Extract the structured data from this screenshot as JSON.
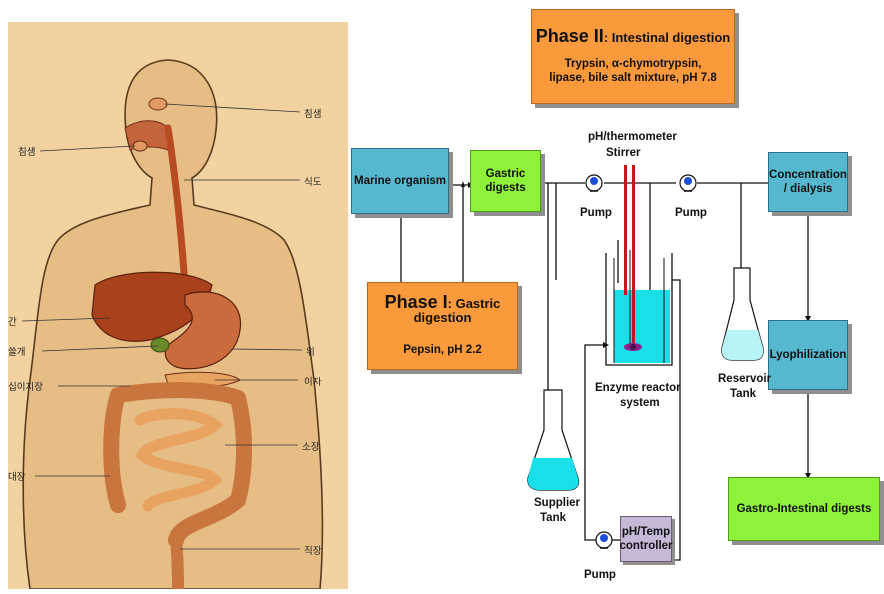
{
  "anatomy": {
    "labels": {
      "salivary_right": "침샘",
      "salivary_left": "침샘",
      "esophagus": "식도",
      "liver": "간",
      "gallbladder": "쓸개",
      "duodenum": "십이지장",
      "stomach": "위",
      "pancreas": "이자",
      "small_intestine": "소장",
      "large_intestine": "대장",
      "rectum": "직장"
    }
  },
  "process": {
    "phase2": {
      "title_big": "Phase II",
      "title_rest": ": Intestinal digestion",
      "line1": "Trypsin, α-chymotrypsin,",
      "line2": "lipase, bile salt mixture, pH 7.8"
    },
    "phase1": {
      "title_big": "Phase I",
      "title_rest": ": Gastric digestion",
      "detail": "Pepsin, pH 2.2"
    },
    "boxes": {
      "marine": "Marine organism",
      "gastric_line1": "Gastric",
      "gastric_line2": "digests",
      "concentration_line1": "Concentration",
      "concentration_line2": "/ dialysis",
      "lyophilization": "Lyophilization",
      "gi_digests": "Gastro-Intestinal digests",
      "controller_line1": "pH/Temp",
      "controller_line2": "controller"
    },
    "labels": {
      "ph_thermometer": "pH/thermometer",
      "stirrer": "Stirrer",
      "pump": "Pump",
      "reactor_line1": "Enzyme reactor",
      "reactor_line2": "system",
      "reservoir_line1": "Reservoir",
      "reservoir_line2": "Tank",
      "supplier_line1": "Supplier",
      "supplier_line2": "Tank"
    },
    "colors": {
      "blue_box": "#56b8cf",
      "green_box": "#8ef23a",
      "orange_box": "#fb9a3c",
      "liquid": "#19dfe8"
    }
  }
}
